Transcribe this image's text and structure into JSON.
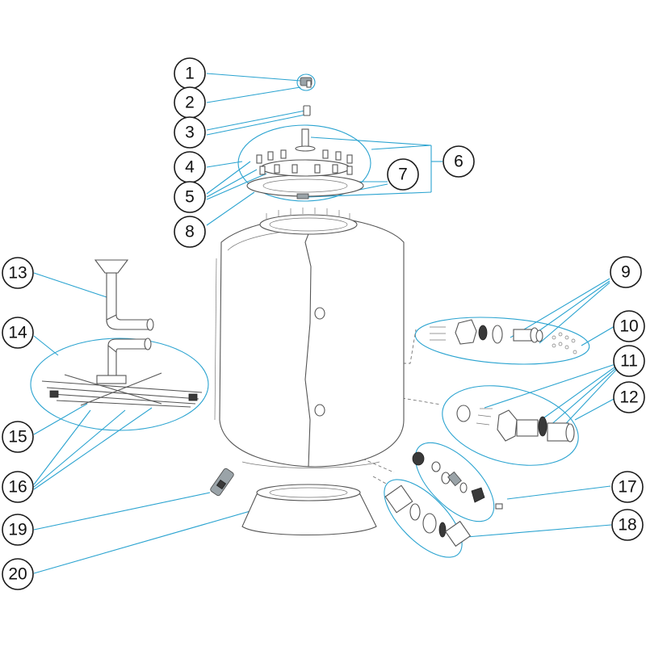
{
  "callouts": [
    {
      "id": "1",
      "label": "1"
    },
    {
      "id": "2",
      "label": "2"
    },
    {
      "id": "3",
      "label": "3"
    },
    {
      "id": "4",
      "label": "4"
    },
    {
      "id": "5",
      "label": "5"
    },
    {
      "id": "6",
      "label": "6"
    },
    {
      "id": "7",
      "label": "7"
    },
    {
      "id": "8",
      "label": "8"
    },
    {
      "id": "9",
      "label": "9"
    },
    {
      "id": "10",
      "label": "10"
    },
    {
      "id": "11",
      "label": "11"
    },
    {
      "id": "12",
      "label": "12"
    },
    {
      "id": "13",
      "label": "13"
    },
    {
      "id": "14",
      "label": "14"
    },
    {
      "id": "15",
      "label": "15"
    },
    {
      "id": "16",
      "label": "16"
    },
    {
      "id": "17",
      "label": "17"
    },
    {
      "id": "18",
      "label": "18"
    },
    {
      "id": "19",
      "label": "19"
    },
    {
      "id": "20",
      "label": "20"
    }
  ],
  "colors": {
    "leader": "#2aa3d0",
    "outline": "#555555",
    "callout_stroke": "#1a1a1a"
  }
}
